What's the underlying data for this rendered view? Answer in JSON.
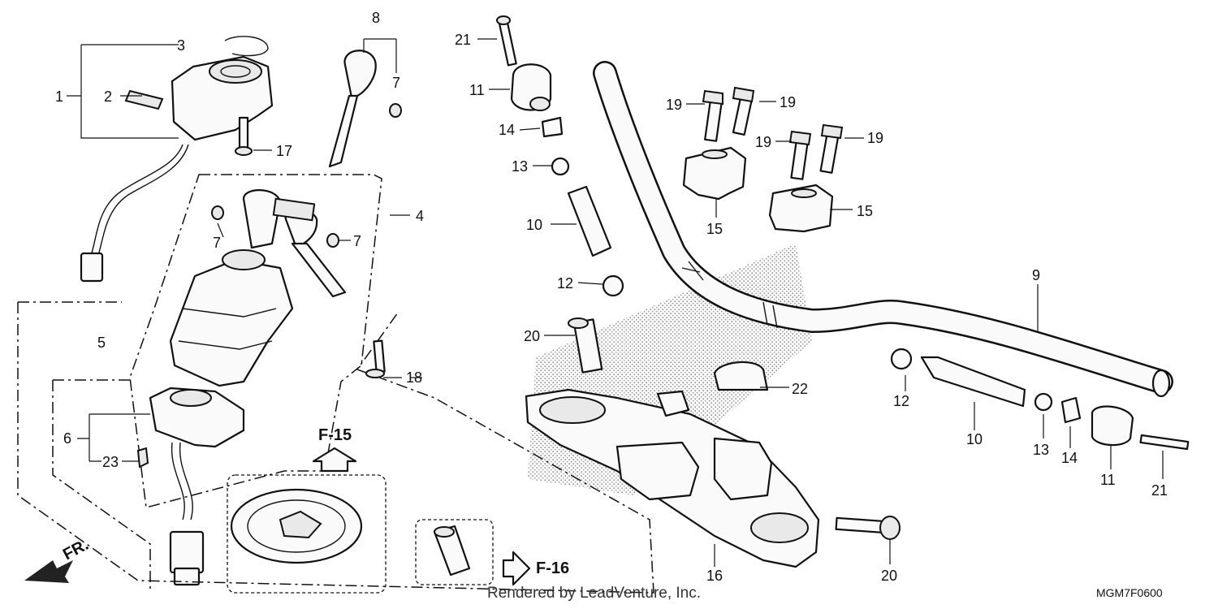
{
  "labels": {
    "p1": "1",
    "p2": "2",
    "p3": "3",
    "p4": "4",
    "p5": "5",
    "p6": "6",
    "p7a": "7",
    "p7b": "7",
    "p7c": "7",
    "p8": "8",
    "p9": "9",
    "p10a": "10",
    "p10b": "10",
    "p11a": "11",
    "p11b": "11",
    "p12a": "12",
    "p12b": "12",
    "p13a": "13",
    "p13b": "13",
    "p14a": "14",
    "p14b": "14",
    "p15a": "15",
    "p15b": "15",
    "p16": "16",
    "p17": "17",
    "p18": "18",
    "p19a": "19",
    "p19b": "19",
    "p19c": "19",
    "p19d": "19",
    "p20a": "20",
    "p20b": "20",
    "p21a": "21",
    "p21b": "21",
    "p22": "22",
    "p23": "23"
  },
  "refs": {
    "f15": "F-15",
    "f16": "F-16",
    "front": "FR."
  },
  "footer": {
    "credit": "Rendered by LeadVenture, Inc.",
    "diagram_code": "MGM7F0600"
  }
}
